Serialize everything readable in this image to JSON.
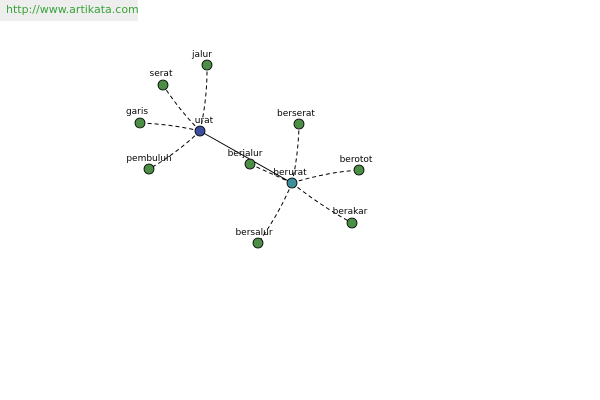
{
  "header": {
    "url_text": "http://www.artikata.com"
  },
  "colors": {
    "leaf_node": "#4d8e47",
    "center_node": "#3b4f9e",
    "hub_node": "#3f8f9a",
    "link_text": "#3aa33a",
    "edge": "#000000"
  },
  "graph": {
    "nodes": [
      {
        "id": "urat",
        "label": "urat",
        "kind": "center"
      },
      {
        "id": "berurat",
        "label": "berurat",
        "kind": "hub"
      },
      {
        "id": "jalur",
        "label": "jalur",
        "kind": "leaf"
      },
      {
        "id": "serat",
        "label": "serat",
        "kind": "leaf"
      },
      {
        "id": "garis",
        "label": "garis",
        "kind": "leaf"
      },
      {
        "id": "pembuluh",
        "label": "pembuluh",
        "kind": "leaf"
      },
      {
        "id": "berjalur",
        "label": "berjalur",
        "kind": "leaf"
      },
      {
        "id": "berserat",
        "label": "berserat",
        "kind": "leaf"
      },
      {
        "id": "berotot",
        "label": "berotot",
        "kind": "leaf"
      },
      {
        "id": "berakar",
        "label": "berakar",
        "kind": "leaf"
      },
      {
        "id": "bersalur",
        "label": "bersalur",
        "kind": "leaf"
      }
    ],
    "edges": [
      {
        "from": "urat",
        "to": "jalur",
        "style": "dashed"
      },
      {
        "from": "urat",
        "to": "serat",
        "style": "dashed"
      },
      {
        "from": "urat",
        "to": "garis",
        "style": "dashed"
      },
      {
        "from": "urat",
        "to": "pembuluh",
        "style": "dashed"
      },
      {
        "from": "urat",
        "to": "berurat",
        "style": "solid"
      },
      {
        "from": "berurat",
        "to": "berjalur",
        "style": "dashed"
      },
      {
        "from": "berurat",
        "to": "berserat",
        "style": "dashed"
      },
      {
        "from": "berurat",
        "to": "berotot",
        "style": "dashed"
      },
      {
        "from": "berurat",
        "to": "berakar",
        "style": "dashed"
      },
      {
        "from": "berurat",
        "to": "bersalur",
        "style": "dashed"
      }
    ]
  }
}
